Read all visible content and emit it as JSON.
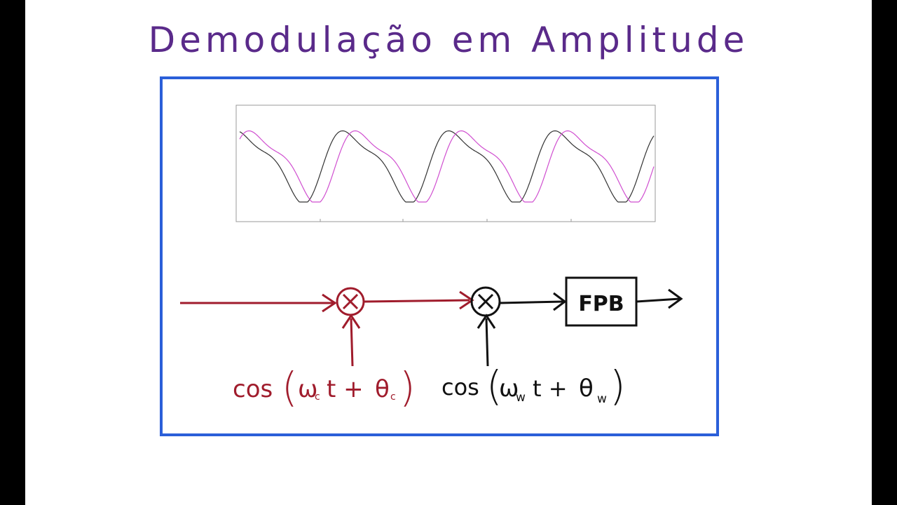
{
  "title": "Demodulação em Amplitude",
  "colors": {
    "title": "#5a2a8a",
    "frame": "#2b5fd9",
    "red_path": "#a01c2c",
    "black_path": "#111111",
    "wave_black": "#333333",
    "wave_magenta": "#d04fd0"
  },
  "diagram": {
    "block_label": "FPB",
    "mixer1_symbol": "⊗",
    "mixer2_symbol": "⊗",
    "oscillator1": {
      "prefix": "cos",
      "omega": "ω",
      "omega_sub": "c",
      "mid": "t +",
      "theta": "θ",
      "theta_sub": "c"
    },
    "oscillator2": {
      "prefix": "cos",
      "omega": "ω",
      "omega_sub": "w",
      "mid": "t +",
      "theta": "θ",
      "theta_sub": "w"
    }
  },
  "plot": {
    "series": [
      "black",
      "magenta"
    ],
    "cycles": 4
  }
}
